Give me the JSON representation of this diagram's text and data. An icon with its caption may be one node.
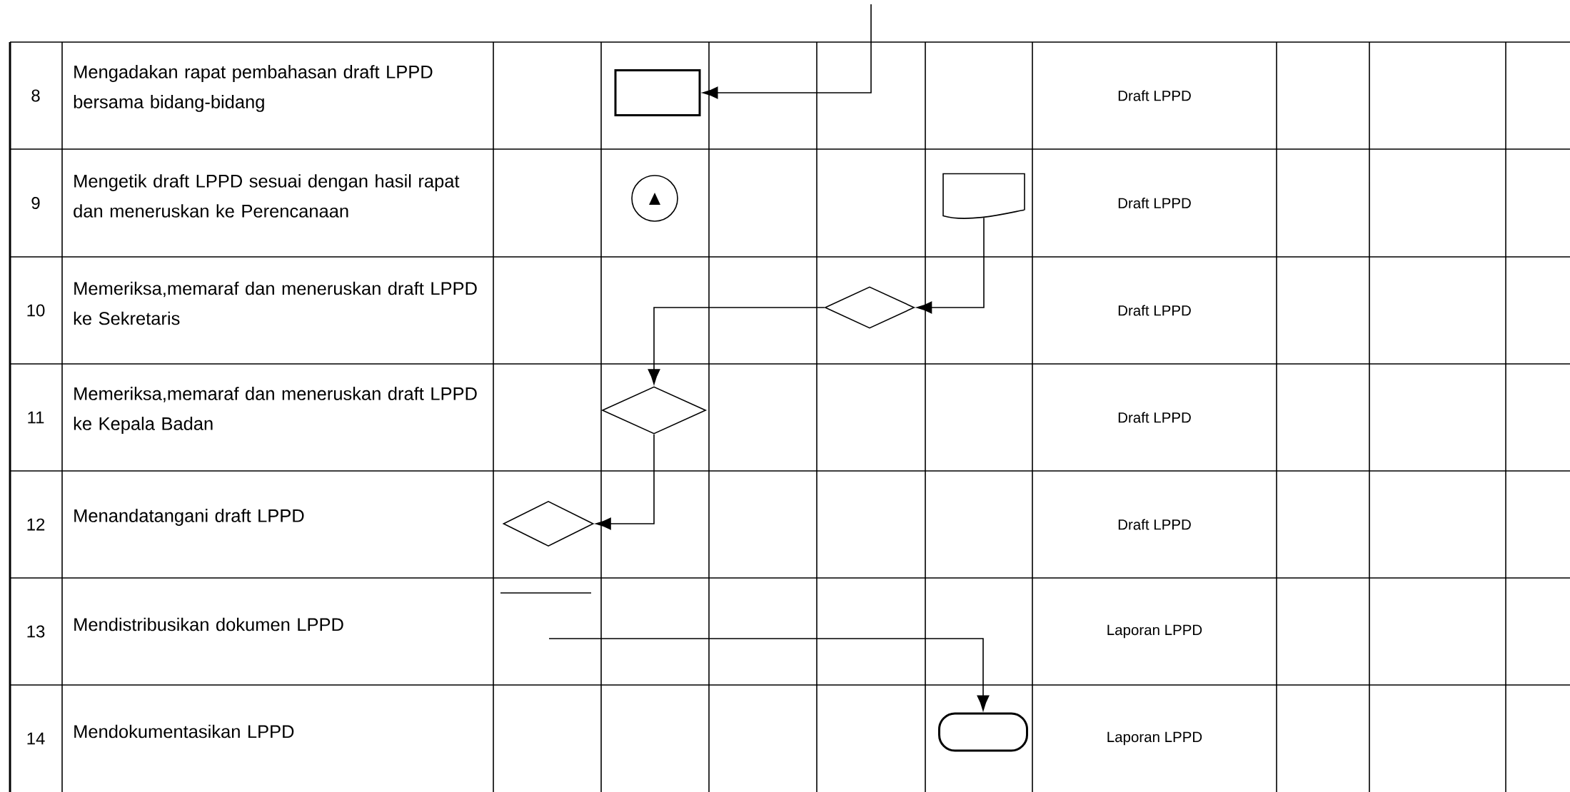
{
  "diagram": {
    "nodes": [
      {
        "text": [],
        "shape": "box"
      },
      {
        "text": [],
        "shape": "circle"
      },
      {
        "text": [],
        "shape": "document"
      },
      {
        "text": [],
        "shape": "diamond"
      },
      {
        "text": [],
        "shape": "diamond"
      },
      {
        "text": [],
        "shape": "diamond"
      },
      {
        "text": [],
        "shape": "terminator"
      }
    ],
    "edges": [
      {
        "from": null,
        "to": 0,
        "arrow": "to"
      },
      {
        "from": 2,
        "to": 3,
        "arrow": "to"
      },
      {
        "from": 3,
        "to": 4,
        "arrow": "to"
      },
      {
        "from": 4,
        "to": 5,
        "arrow": "to"
      },
      {
        "from": null,
        "to": 6,
        "arrow": "to"
      }
    ],
    "labels": [
      "8",
      "Mengadakan rapat pembahasan draft LPPD bersama bidang-bidang",
      "Draft LPPD",
      "9",
      "Mengetik draft LPPD sesuai dengan hasil rapat dan meneruskan ke Perencanaan",
      "Draft LPPD",
      "10",
      "Memeriksa,memaraf dan meneruskan draft LPPD ke Sekretaris",
      "Draft LPPD",
      "11",
      "Memeriksa,memaraf dan meneruskan draft LPPD ke Kepala Badan",
      "Draft LPPD",
      "12",
      "Menandatangani draft LPPD",
      "Draft LPPD",
      "13",
      "Mendistribusikan dokumen LPPD",
      "Laporan LPPD",
      "14",
      "Mendokumentasikan LPPD",
      "Laporan LPPD"
    ]
  }
}
